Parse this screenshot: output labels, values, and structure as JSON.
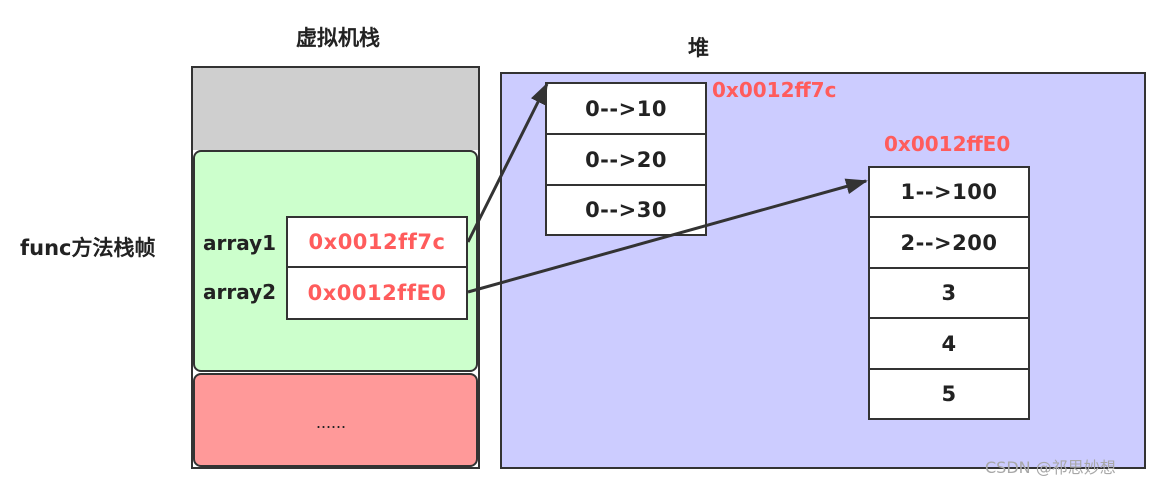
{
  "stack": {
    "title": "虚拟机栈",
    "frame_label": "func方法栈帧",
    "vars": [
      {
        "name": "array1",
        "value": "0x0012ff7c"
      },
      {
        "name": "array2",
        "value": "0x0012ffE0"
      }
    ],
    "ellipsis": "......"
  },
  "heap": {
    "title": "堆",
    "array_a": {
      "address": "0x0012ff7c",
      "cells": [
        "0-->10",
        "0-->20",
        "0-->30"
      ]
    },
    "array_b": {
      "address": "0x0012ffE0",
      "cells": [
        "1-->100",
        "2-->200",
        "3",
        "4",
        "5"
      ]
    }
  },
  "watermark": "CSDN @祁思妙想",
  "colors": {
    "stack_top": "#cfcfcf",
    "stack_frame": "#ccffcc",
    "stack_bottom": "#ff9999",
    "heap": "#ccccff",
    "address": "#ff5c5c"
  }
}
